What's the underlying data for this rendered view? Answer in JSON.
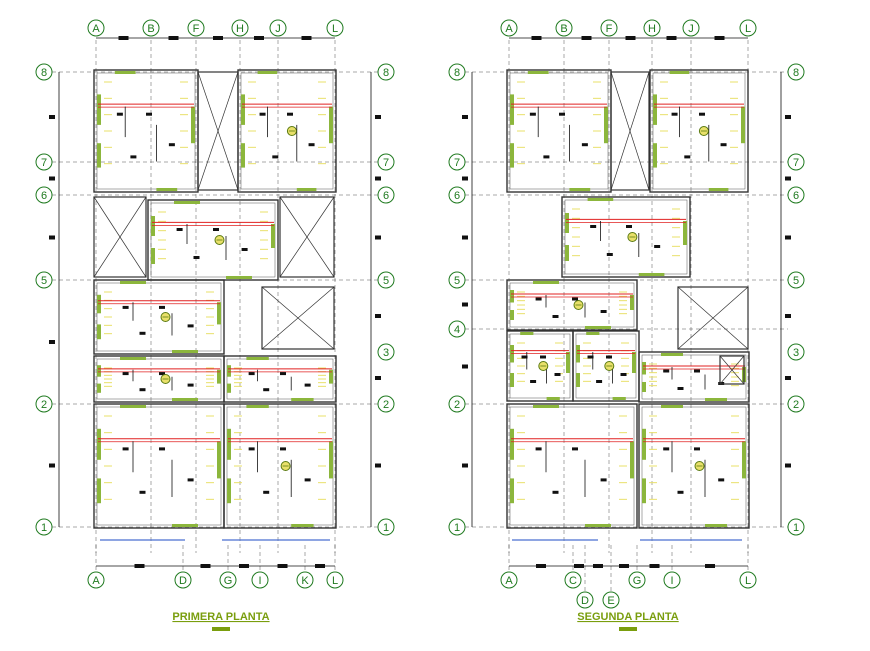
{
  "colors": {
    "background": "#ffffff",
    "wall": "#333333",
    "wall_fill": "#777777",
    "grid": "#2a2a2a",
    "axis_bubble": "#1f7a1f",
    "green_hatch": "#8cb63c",
    "yellow_light": "#e9e06a",
    "red_circuit": "#e02020",
    "blue_window": "#4a6fd0",
    "title": "#7a9e0e"
  },
  "plans": [
    {
      "title": "PRIMERA PLANTA",
      "top_axes": [
        "A",
        "B",
        "F",
        "H",
        "J",
        "L"
      ],
      "bottom_axes": [
        "A",
        "D",
        "G",
        "I",
        "K",
        "L"
      ],
      "left_axes": [
        "8",
        "7",
        "6",
        "5",
        "2",
        "1"
      ],
      "right_axes": [
        "8",
        "7",
        "6",
        "5",
        "3",
        "2",
        "1"
      ]
    },
    {
      "title": "SEGUNDA PLANTA",
      "top_axes": [
        "A",
        "B",
        "F",
        "H",
        "J",
        "L"
      ],
      "bottom_axes": [
        "A",
        "C",
        "D",
        "E",
        "G",
        "I",
        "L"
      ],
      "left_axes": [
        "8",
        "7",
        "6",
        "5",
        "4",
        "2",
        "1"
      ],
      "right_axes": [
        "8",
        "7",
        "6",
        "5",
        "3",
        "2",
        "1"
      ]
    }
  ]
}
